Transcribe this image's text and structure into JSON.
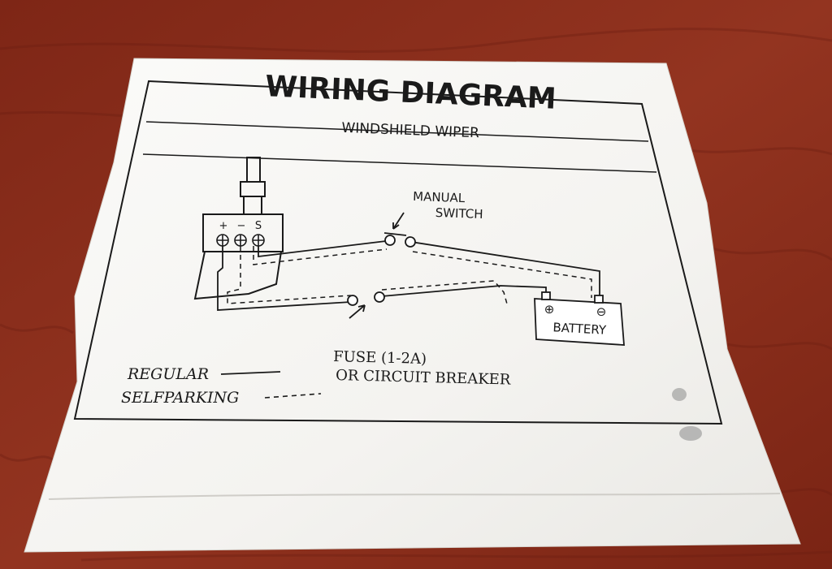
{
  "sheet": {
    "title": "WIRING DIAGRAM",
    "subtitle": "WINDSHIELD WIPER"
  },
  "diagram": {
    "motor_terminals": [
      "+",
      "−",
      "S"
    ],
    "switch_label_line1": "MANUAL",
    "switch_label_line2": "SWITCH",
    "battery_label": "BATTERY",
    "battery_plus": "⊕",
    "battery_minus": "⊖"
  },
  "legend": {
    "regular": "REGULAR",
    "selfparking": "SELFPARKING",
    "fuse_line1": "FUSE (1-2A)",
    "fuse_line2": "OR CIRCUIT BREAKER"
  },
  "colors": {
    "table_wood": "#8a2c1c",
    "paper": "#f7f6f3",
    "ink": "#1a1a1a"
  }
}
